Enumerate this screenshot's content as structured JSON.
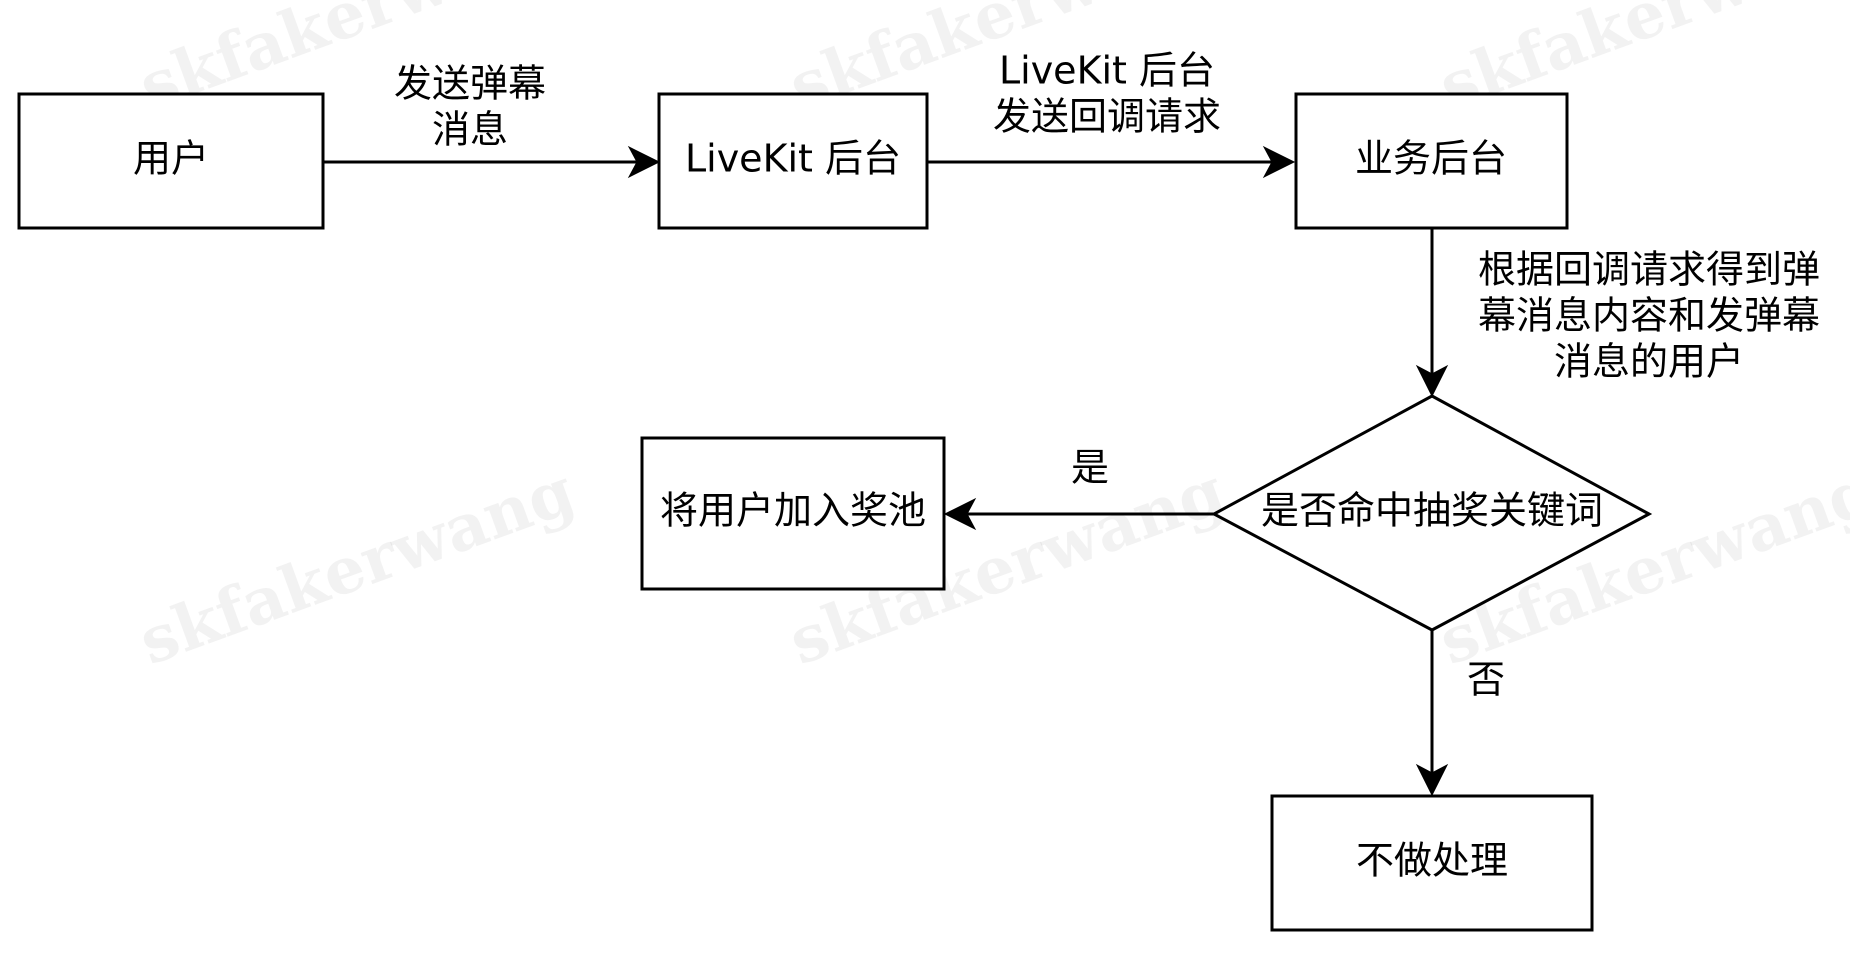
{
  "watermark": "skfakerwang",
  "nodes": {
    "user": "用户",
    "livekit": "LiveKit 后台",
    "business": "业务后台",
    "decision": "是否命中抽奖关键词",
    "pool": "将用户加入奖池",
    "noop": "不做处理"
  },
  "edges": {
    "send_danmaku": [
      "发送弹幕",
      "消息"
    ],
    "send_callback": [
      "LiveKit 后台",
      "发送回调请求"
    ],
    "get_content": [
      "根据回调请求得到弹",
      "幕消息内容和发弹幕",
      "消息的用户"
    ],
    "yes": "是",
    "no": "否"
  }
}
